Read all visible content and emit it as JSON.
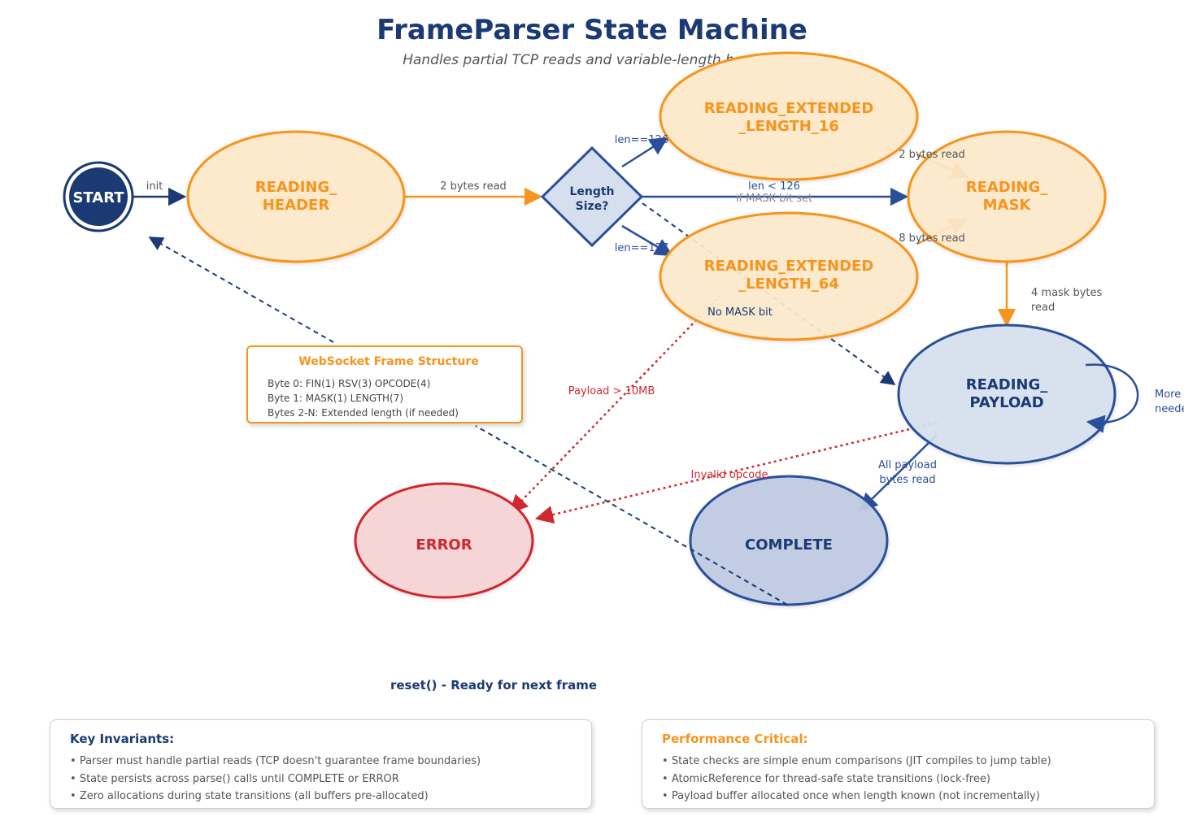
{
  "header": {
    "title": "FrameParser State Machine",
    "subtitle": "Handles partial TCP reads and variable-length headers"
  },
  "states": {
    "start": {
      "label": "START"
    },
    "reading_header": {
      "line1": "READING_",
      "line2": "HEADER"
    },
    "length_decision": {
      "line1": "Length",
      "line2": "Size?"
    },
    "reading_ext16": {
      "line1": "READING_EXTENDED",
      "line2": "_LENGTH_16"
    },
    "reading_ext64": {
      "line1": "READING_EXTENDED",
      "line2": "_LENGTH_64"
    },
    "reading_mask": {
      "line1": "READING_",
      "line2": "MASK"
    },
    "reading_payload": {
      "line1": "READING_",
      "line2": "PAYLOAD"
    },
    "error": {
      "label": "ERROR"
    },
    "complete": {
      "label": "COMPLETE"
    }
  },
  "edges": {
    "init": "init",
    "two_bytes_read": "2 bytes read",
    "len_126": "len==126",
    "len_127": "len==127",
    "len_lt_126": "len < 126",
    "if_mask_bit_set": "if MASK bit set",
    "ext16_to_mask": "2 bytes read",
    "ext64_to_mask": "8 bytes read",
    "mask_bytes_line1": "4 mask bytes",
    "mask_bytes_line2": "read",
    "more_needed_line1": "More",
    "more_needed_line2": "needed",
    "no_mask_bit": "No MASK bit",
    "payload_too_big": "Payload > 10MB",
    "invalid_opcode": "Invalid opcode",
    "all_payload_line1": "All payload",
    "all_payload_line2": "bytes read",
    "reset": "reset() - Ready for next frame"
  },
  "frame_structure": {
    "title": "WebSocket Frame Structure",
    "lines": [
      "Byte 0: FIN(1) RSV(3) OPCODE(4)",
      "Byte 1: MASK(1) LENGTH(7)",
      "Bytes 2-N: Extended length (if needed)"
    ]
  },
  "invariants": {
    "title": "Key Invariants:",
    "items": [
      "Parser must handle partial reads (TCP doesn't guarantee frame boundaries)",
      "State persists across parse() calls until COMPLETE or ERROR",
      "Zero allocations during state transitions (all buffers pre-allocated)"
    ]
  },
  "performance": {
    "title": "Performance Critical:",
    "items": [
      "State checks are simple enum comparisons (JIT compiles to jump table)",
      "AtomicReference for thread-safe state transitions (lock-free)",
      "Payload buffer allocated once when length known (not incrementally)"
    ]
  },
  "colors": {
    "navy": "#1b3a73",
    "orange": "#f7941d",
    "orange_fill": "#fde9cc",
    "blue_stroke": "#2a4f9a",
    "blue_fill": "#d6dfee",
    "complete_fill": "#bfcbe3",
    "error_red": "#d0282e",
    "error_fill": "#f6d5d6"
  }
}
